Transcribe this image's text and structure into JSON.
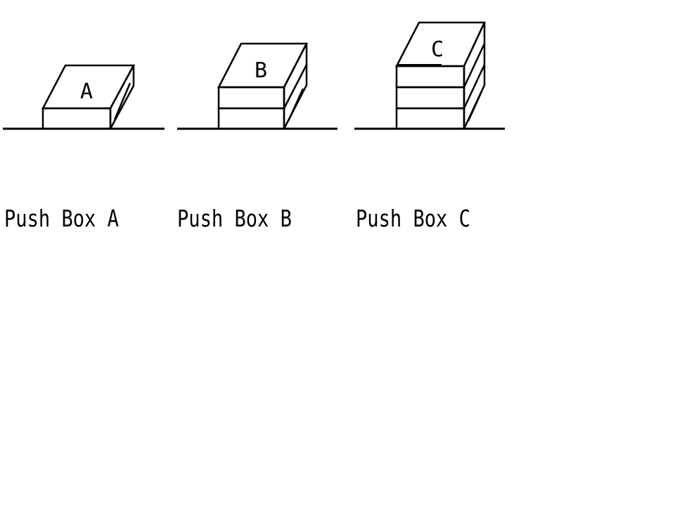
{
  "boxes": [
    {
      "id": "A",
      "letter": "A",
      "caption": "Push Box A",
      "layers": 1
    },
    {
      "id": "B",
      "letter": "B",
      "caption": "Push Box B",
      "layers": 2
    },
    {
      "id": "C",
      "letter": "C",
      "caption": "Push Box C",
      "layers": 3
    }
  ],
  "colors": {
    "ink": "#000000",
    "background": "#ffffff"
  }
}
